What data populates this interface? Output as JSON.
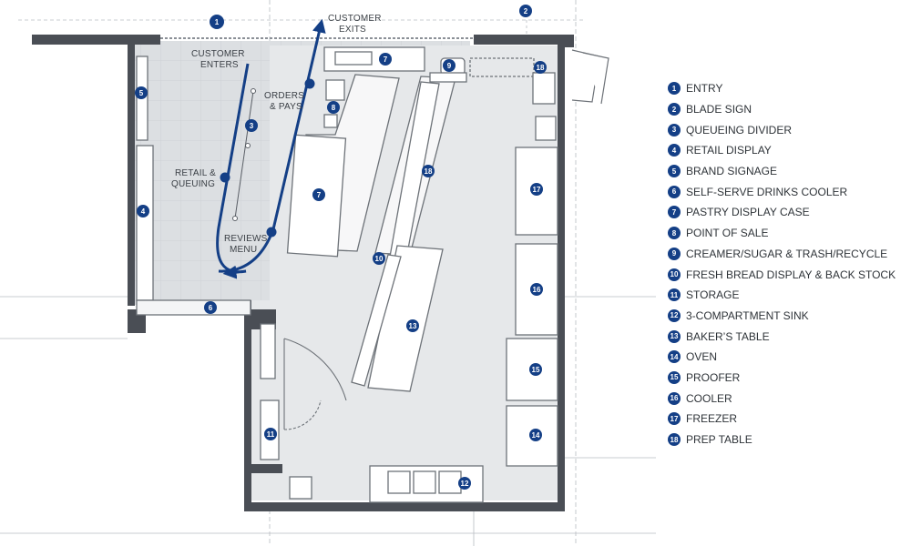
{
  "labels": {
    "customer_exits": [
      "CUSTOMER",
      "EXITS"
    ],
    "customer_enters": [
      "CUSTOMER",
      "ENTERS"
    ],
    "orders_pays": [
      "ORDERS",
      "& PAYS"
    ],
    "retail_queuing": [
      "RETAIL &",
      "QUEUING"
    ],
    "reviews_menu": [
      "REVIEWS",
      "MENU"
    ]
  },
  "markers": [
    "1",
    "2",
    "3",
    "4",
    "5",
    "6",
    "7",
    "7",
    "8",
    "9",
    "10",
    "11",
    "12",
    "13",
    "14",
    "15",
    "16",
    "17",
    "18",
    "18"
  ],
  "legend": [
    {
      "num": "1",
      "text": "ENTRY"
    },
    {
      "num": "2",
      "text": "BLADE SIGN"
    },
    {
      "num": "3",
      "text": "QUEUEING DIVIDER"
    },
    {
      "num": "4",
      "text": "RETAIL DISPLAY"
    },
    {
      "num": "5",
      "text": "BRAND SIGNAGE"
    },
    {
      "num": "6",
      "text": "SELF-SERVE DRINKS COOLER"
    },
    {
      "num": "7",
      "text": "PASTRY DISPLAY CASE"
    },
    {
      "num": "8",
      "text": "POINT OF SALE"
    },
    {
      "num": "9",
      "text": "CREAMER/SUGAR & TRASH/RECYCLE"
    },
    {
      "num": "10",
      "text": "FRESH BREAD DISPLAY & BACK STOCK"
    },
    {
      "num": "11",
      "text": "STORAGE"
    },
    {
      "num": "12",
      "text": "3-COMPARTMENT SINK"
    },
    {
      "num": "13",
      "text": "BAKER’S TABLE"
    },
    {
      "num": "14",
      "text": "OVEN"
    },
    {
      "num": "15",
      "text": "PROOFER"
    },
    {
      "num": "16",
      "text": "COOLER"
    },
    {
      "num": "17",
      "text": "FREEZER"
    },
    {
      "num": "18",
      "text": "PREP TABLE"
    }
  ],
  "colors": {
    "marker": "#143f86",
    "wall": "#4a4e55",
    "floor_front": "#dfe1e4",
    "floor_back": "#e4e6e8"
  }
}
